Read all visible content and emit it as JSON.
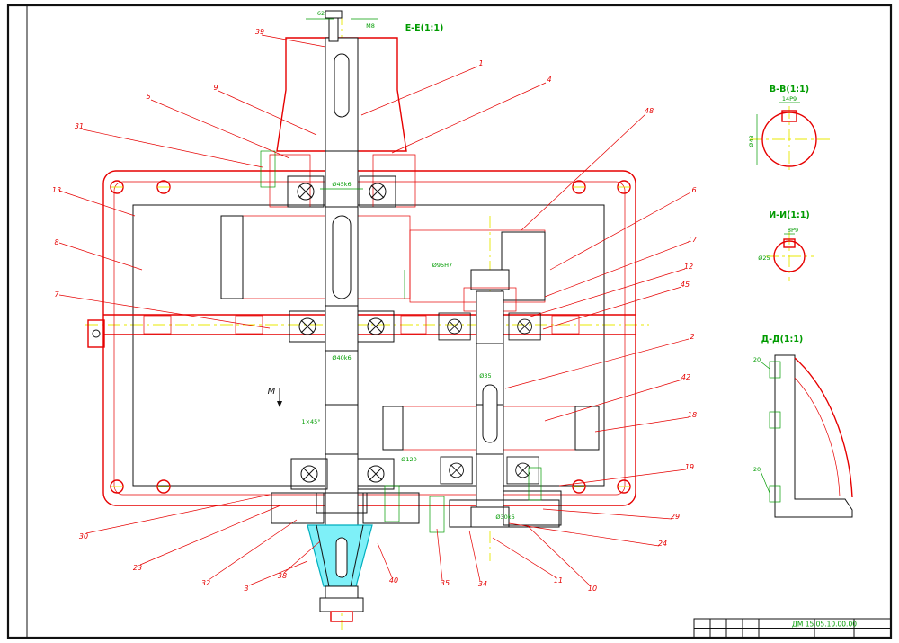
{
  "colors": {
    "outline_red": "#e60000",
    "dimension_green": "#009b00",
    "centerline_yellow": "#e8e800",
    "highlight_cyan": "#7ef0f8",
    "ink_black": "#111111",
    "paper_white": "#ffffff"
  },
  "views": {
    "main": "Е-Е(1:1)",
    "detail_b": "В-В(1:1)",
    "detail_i": "И-И(1:1)",
    "detail_d": "Д-Д(1:1)",
    "aux_arrow": "М"
  },
  "title_block": {
    "doc_number": "ДМ 15.05.10.00.00"
  },
  "callouts": [
    {
      "label": "13"
    },
    {
      "label": "8"
    },
    {
      "label": "7"
    },
    {
      "label": "31"
    },
    {
      "label": "5"
    },
    {
      "label": "9"
    },
    {
      "label": "39"
    },
    {
      "label": "1"
    },
    {
      "label": "4"
    },
    {
      "label": "48"
    },
    {
      "label": "6"
    },
    {
      "label": "17"
    },
    {
      "label": "12"
    },
    {
      "label": "45"
    },
    {
      "label": "2"
    },
    {
      "label": "42"
    },
    {
      "label": "18"
    },
    {
      "label": "19"
    },
    {
      "label": "29"
    },
    {
      "label": "24"
    },
    {
      "label": "11"
    },
    {
      "label": "10"
    },
    {
      "label": "34"
    },
    {
      "label": "35"
    },
    {
      "label": "40"
    },
    {
      "label": "38"
    },
    {
      "label": "3"
    },
    {
      "label": "32"
    },
    {
      "label": "23"
    },
    {
      "label": "30"
    }
  ],
  "dims": [
    {
      "t": "62"
    },
    {
      "t": "М8"
    },
    {
      "t": "Ø45k6"
    },
    {
      "t": "Ø95H7"
    },
    {
      "t": "Ø40k6"
    },
    {
      "t": "Ø35"
    },
    {
      "t": "Ø120"
    },
    {
      "t": "Ø30k6"
    },
    {
      "t": "1×45°"
    },
    {
      "t": "14P9"
    },
    {
      "t": "Ø48"
    },
    {
      "t": "8P9"
    },
    {
      "t": "Ø25"
    },
    {
      "t": "20"
    },
    {
      "t": "20"
    }
  ]
}
